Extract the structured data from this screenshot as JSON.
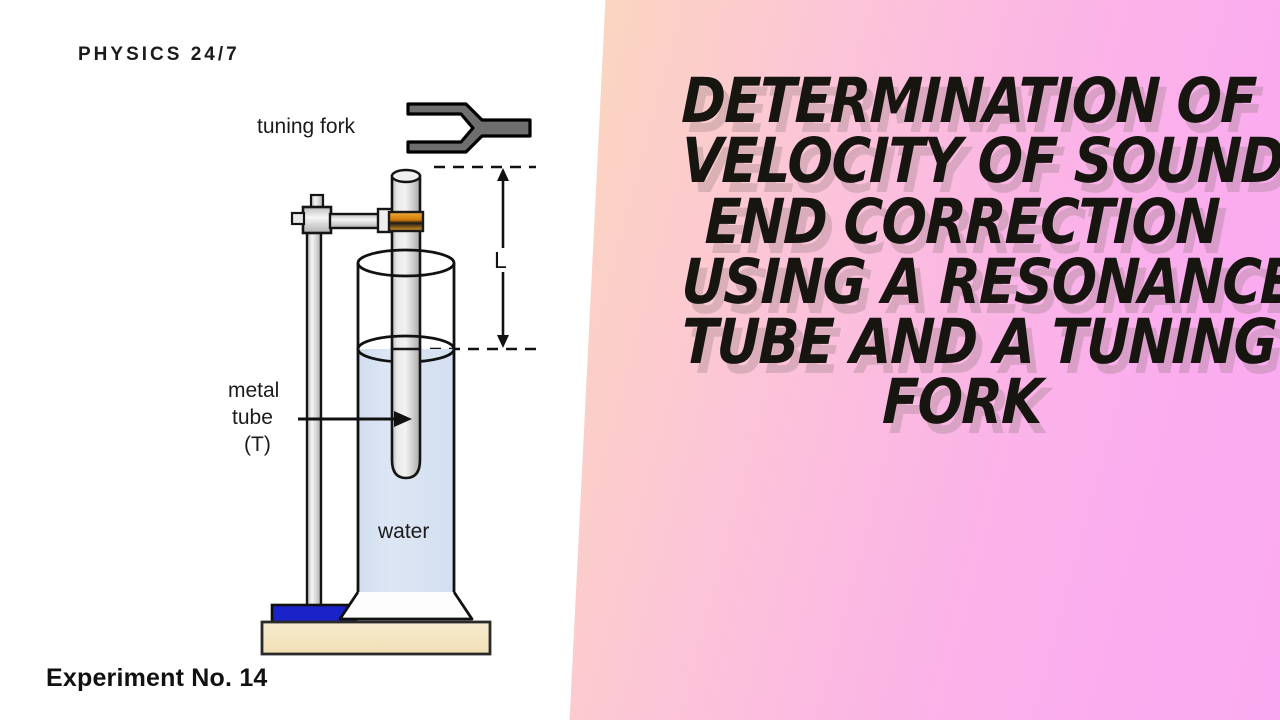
{
  "brand": {
    "text": "PHYSICS 24/7"
  },
  "caption": {
    "text": "Experiment No. 14"
  },
  "title": {
    "lines": [
      "DETERMINATION OF",
      "VELOCITY OF SOUND,",
      "END CORRECTION",
      "USING A RESONANCE",
      "TUBE AND A TUNING",
      "FORK"
    ],
    "full_text": "DETERMINATION OF VELOCITY OF SOUND, END CORRECTION USING A RESONANCE TUBE AND A TUNING FORK",
    "text_color": "#17150f",
    "shadow_color": "#8c7878"
  },
  "background": {
    "left_color": "#ffffff",
    "gradient_start": "#fbf1ad",
    "gradient_mid": "#fbd2c4",
    "gradient_end": "#fbaaf1"
  },
  "diagram": {
    "name": "resonance-tube-apparatus",
    "labels": {
      "tuning_fork": "tuning fork",
      "metal_tube": "metal\ntube\n(T)",
      "metal_tube_line1": "metal",
      "metal_tube_line2": "tube",
      "metal_tube_line3": "(T)",
      "water": "water",
      "length": "L"
    },
    "colors": {
      "tuning_fork": "#6e6e6e",
      "tuning_fork_outline": "#000000",
      "metal_tube": "#d8d8d8",
      "clamp_collar": "#e08a14",
      "water": "#dce5f2",
      "glass_outline": "#111111",
      "stand_foot": "#1a23c8",
      "base_board": "#f5e6c0",
      "base_board_outline": "#2a2a2a",
      "stand_rod": "#e3e3e3"
    }
  }
}
